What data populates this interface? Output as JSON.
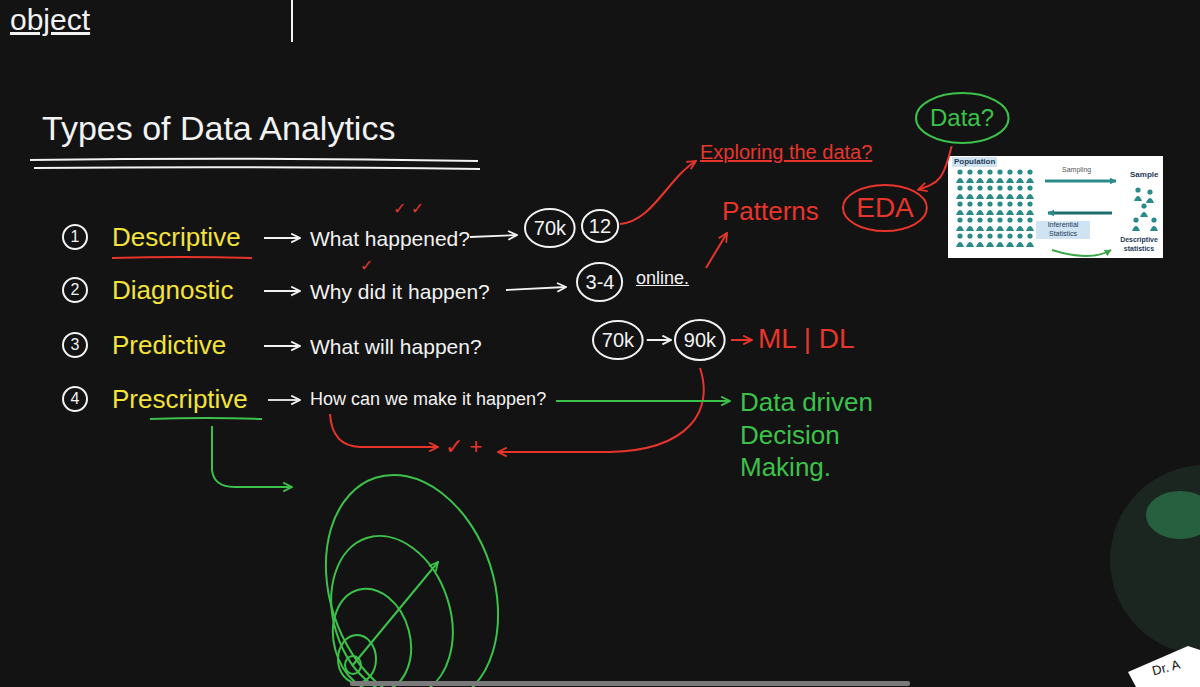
{
  "diagram": {
    "title": "Types of Data Analytics",
    "nodes": [
      {
        "text": [
          "Data?"
        ]
      },
      {
        "text": [
          "EDA"
        ]
      },
      {
        "text": [
          "1"
        ]
      },
      {
        "text": [
          "70k"
        ]
      },
      {
        "text": [
          "12"
        ]
      },
      {
        "text": [
          "2"
        ]
      },
      {
        "text": [
          "3-4"
        ]
      },
      {
        "text": [
          "3"
        ]
      },
      {
        "text": [
          "70k"
        ]
      },
      {
        "text": [
          "90k"
        ]
      },
      {
        "text": [
          "4"
        ]
      }
    ],
    "edges": [
      {
        "from": 0,
        "to": 1,
        "arrow": "to"
      },
      {
        "from": 8,
        "to": 9,
        "arrow": "to"
      }
    ],
    "labels": [
      "object",
      "✓ ✓",
      "What happened?",
      "Exploring the data?",
      "Patterns",
      "Descriptive",
      "✓",
      "Why did it happen?",
      "online.",
      "Diagnostic",
      "What will happen?",
      "ML | DL",
      "Predictive",
      "How can we make it happen?",
      "Data driven Decision Making.",
      "Prescriptive",
      "✓ +",
      "Population",
      "Sampling",
      "Sample",
      "Inferential Statistics",
      "Descriptive statistics",
      "Dr. A"
    ]
  }
}
